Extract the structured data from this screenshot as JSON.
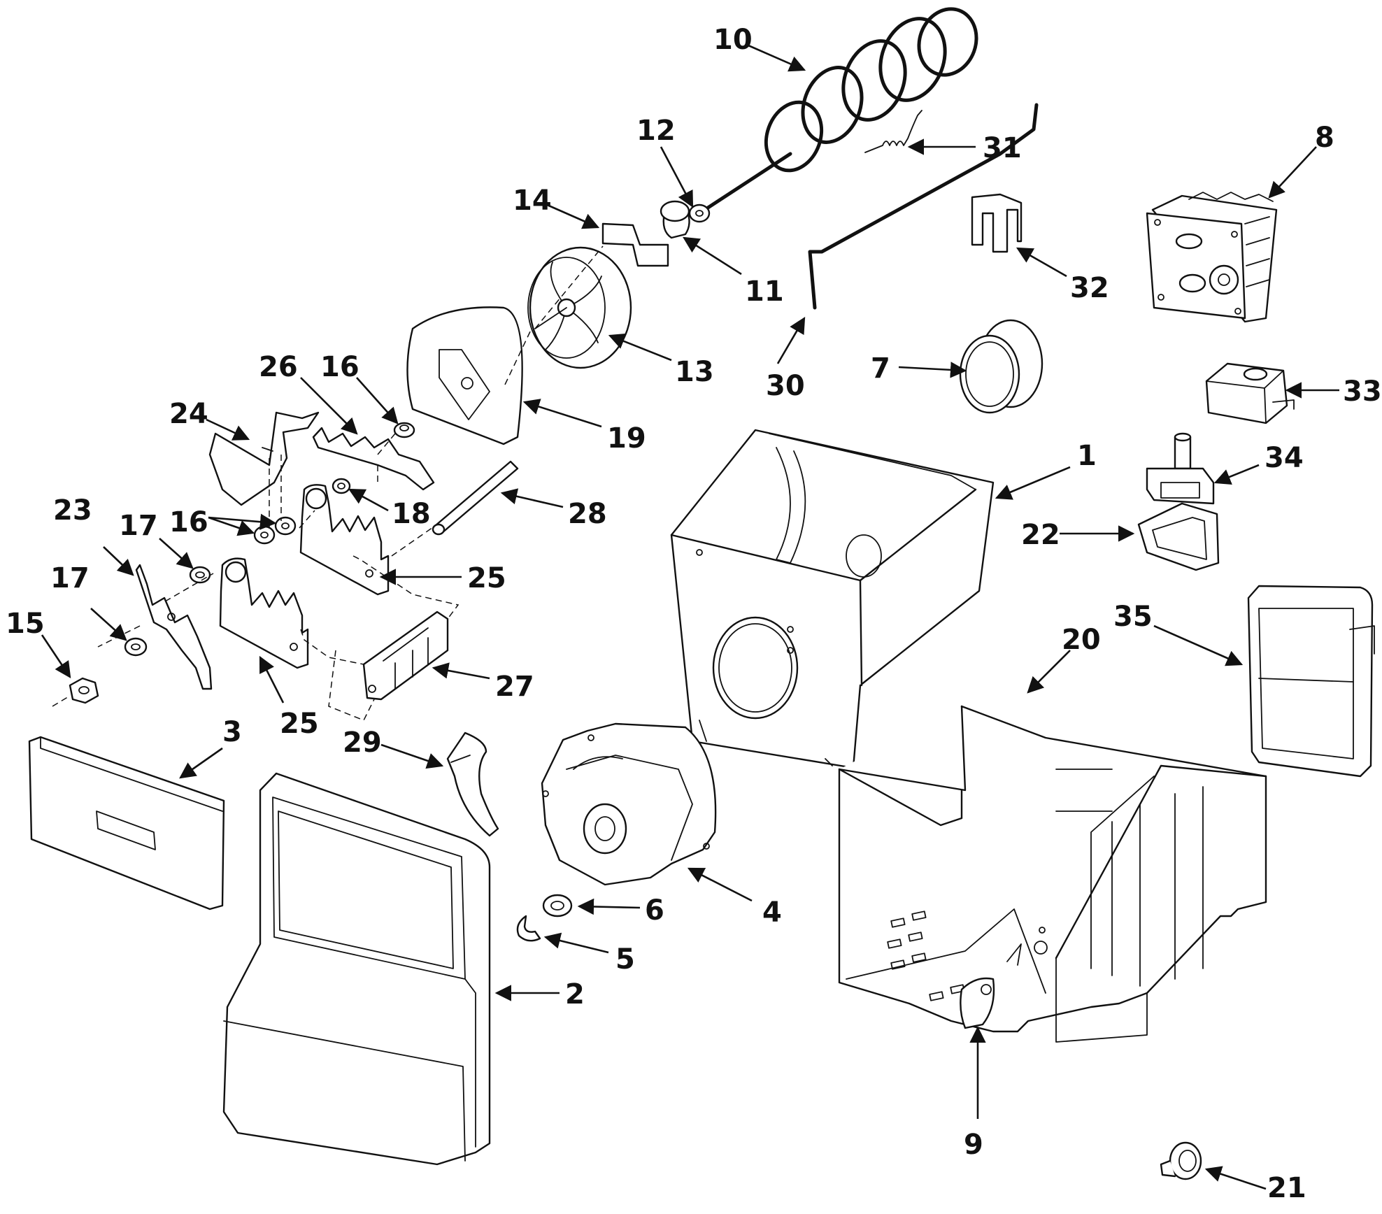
{
  "diagram": {
    "callouts": [
      "1",
      "2",
      "3",
      "4",
      "5",
      "6",
      "7",
      "8",
      "9",
      "10",
      "11",
      "12",
      "13",
      "14",
      "15",
      "16",
      "16",
      "17",
      "17",
      "18",
      "19",
      "20",
      "21",
      "22",
      "23",
      "24",
      "25",
      "25",
      "26",
      "27",
      "28",
      "29",
      "30",
      "31",
      "32",
      "33",
      "34",
      "35"
    ],
    "colors": {
      "line": "#111111",
      "background": "#ffffff"
    }
  }
}
